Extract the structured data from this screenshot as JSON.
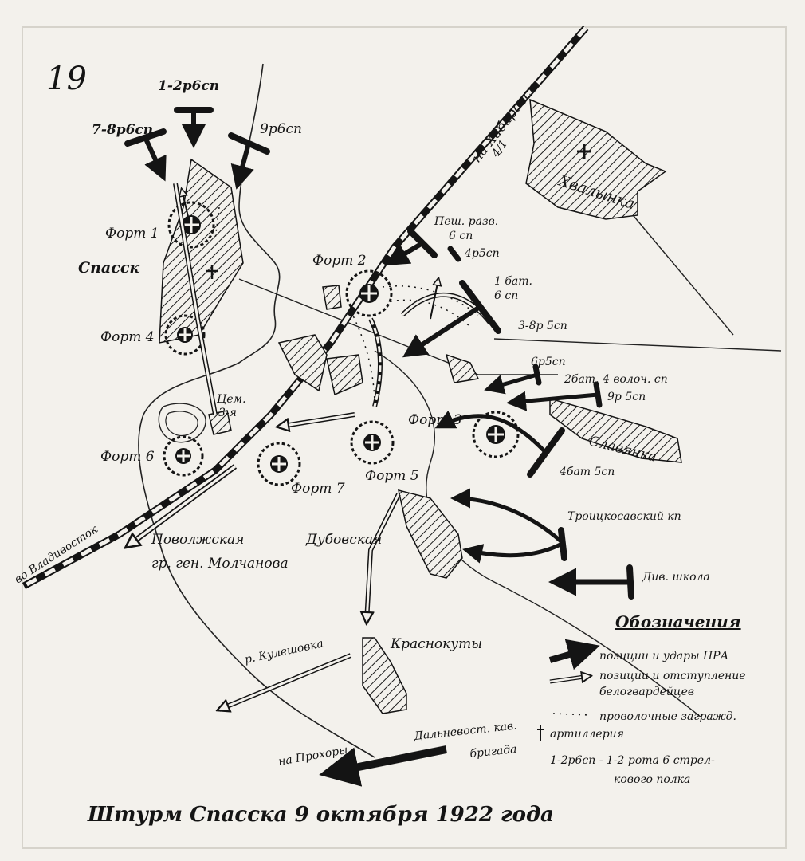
{
  "page_number": "19",
  "title": "Штурм Спасска 9 октября 1922 года",
  "places": {
    "spassk": "Спасск",
    "khvalynka": "Хвалынка",
    "slavyanka": "Славянка",
    "dubovskaya": "Дубовская",
    "krasnokuty": "Краснокуты"
  },
  "forts": {
    "fort1": "Форт 1",
    "fort2": "Форт 2",
    "fort3": "Форт 3",
    "fort4": "Форт 4",
    "fort5": "Форт 5",
    "fort6": "Форт 6",
    "fort7": "Форт 7"
  },
  "directions": {
    "to_khabarovsk": "на Хабаровск",
    "to_vladivostok": "во Владивосток",
    "to_prokhory": "на Прохоры"
  },
  "units": {
    "u12rbsp": "1-2р6сп",
    "u78rbsp": "7-8р6сп",
    "u9rbsp": "9р6сп",
    "pesh_razv_1": "Пеш. разв.",
    "pesh_razv_2": "6 сп",
    "u4r5sp": "4р5сп",
    "bat1_1": "1 бат.",
    "bat1_2": "6 сп",
    "u378r5sp": "3-8р 5сп",
    "u6r5sp": "6р5сп",
    "bat2_volch": "2бат. 4 волоч. сп",
    "u9r5sp": "9р 5сп",
    "bat4_5sp": "4бат 5сп",
    "troitskosavsky": "Троицкосавский кп",
    "div_school": "Див. школа",
    "povolzhskaya_1": "Поволжская",
    "povolzhskaya_2": "гр. ген. Молчанова",
    "dalnevost_1": "Дальневост. кав.",
    "dalnevost_2": "бригада",
    "cemetery_1": "Цем.",
    "cemetery_2": "3-я",
    "u4_sign": "4/1"
  },
  "river": "р. Кулешовка",
  "legend": {
    "title": "Обозначения",
    "nra": "позиции и удары НРА",
    "white_1": "позиции и отступление",
    "white_2": "белогвардейцев",
    "wire": "проволочные загражд.",
    "artillery": "артиллерия",
    "note_1": "1-2р6сп - 1-2 рота 6 стрел-",
    "note_2": "кового полка"
  },
  "colors": {
    "paper": "#f3f1ec",
    "ink": "#141414"
  }
}
